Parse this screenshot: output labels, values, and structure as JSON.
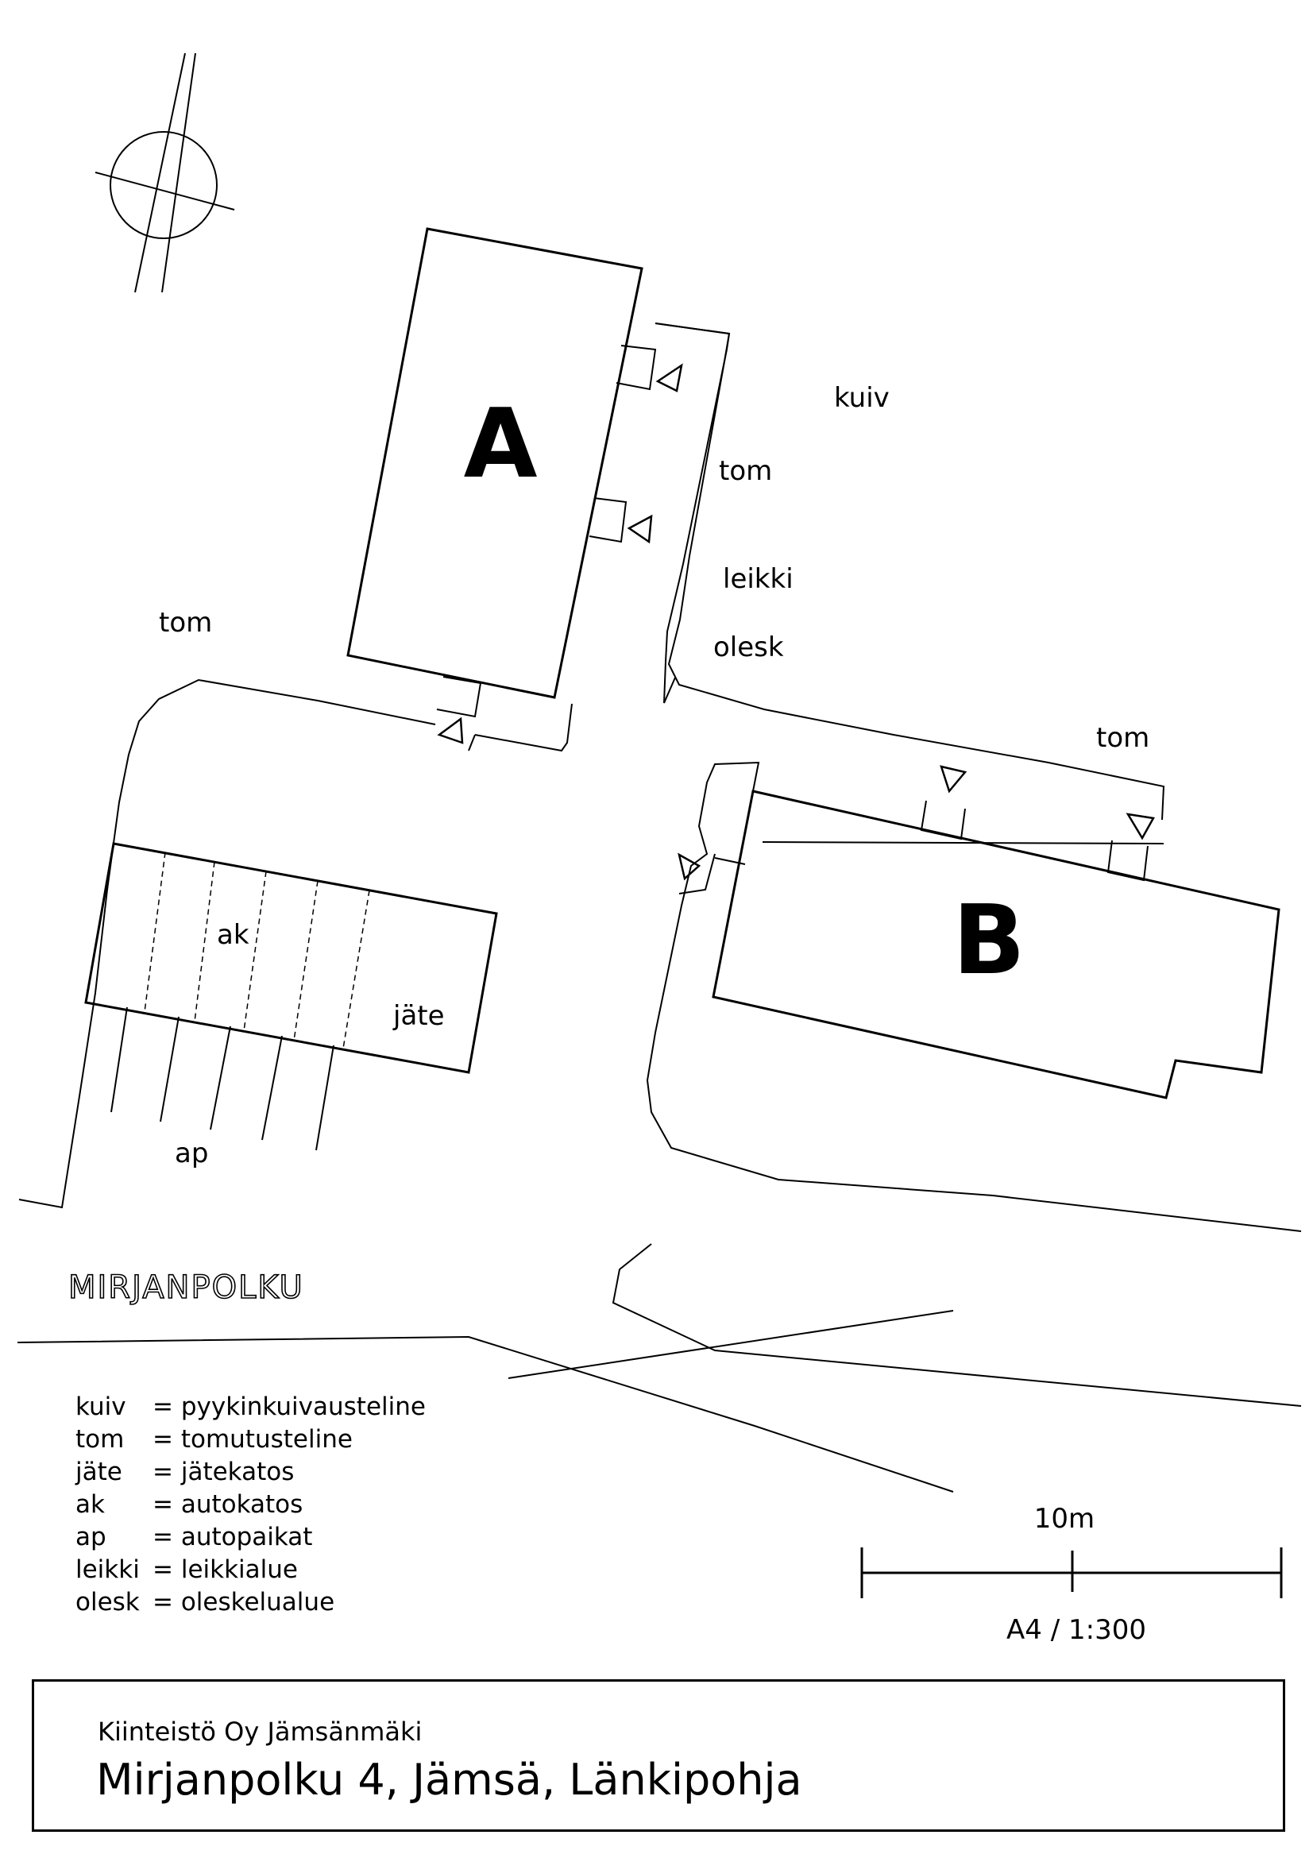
{
  "compass_icon": "north-arrow-icon",
  "buildings": {
    "a": "A",
    "b": "B"
  },
  "labels": {
    "kuiv": "kuiv",
    "tom_a_east": "tom",
    "tom_west": "tom",
    "tom_b_north": "tom",
    "leikki": "leikki",
    "olesk": "olesk",
    "ak": "ak",
    "jate": "jäte",
    "ap": "ap"
  },
  "street_name": "MIRJANPOLKU",
  "legend": [
    {
      "abbr": "kuiv",
      "text": "= pyykinkuivausteline"
    },
    {
      "abbr": "tom",
      "text": "= tomutusteline"
    },
    {
      "abbr": "jäte",
      "text": "= jätekatos"
    },
    {
      "abbr": "ak",
      "text": "= autokatos"
    },
    {
      "abbr": "ap",
      "text": "= autopaikat"
    },
    {
      "abbr": "leikki",
      "text": "= leikkialue"
    },
    {
      "abbr": "olesk",
      "text": "= oleskelualue"
    }
  ],
  "scale_bar": {
    "distance_label": "10m",
    "scale_label": "A4 / 1:300"
  },
  "title_block": {
    "owner": "Kiinteistö Oy Jämsänmäki",
    "address": "Mirjanpolku 4, Jämsä, Länkipohja"
  },
  "colors": {
    "ink": "#000000",
    "paper": "#ffffff"
  }
}
